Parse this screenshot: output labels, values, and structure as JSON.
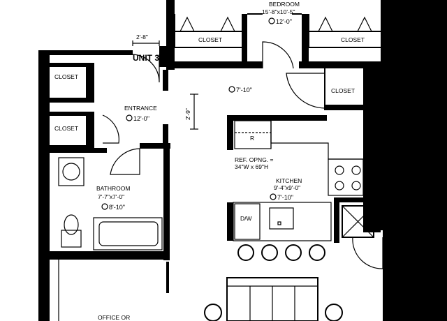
{
  "floor_plan": {
    "unit_label": "UNIT 3",
    "rooms": {
      "bedroom": {
        "name": "BEDROOM",
        "dims": "15'-8\"x10'-5\"",
        "ceiling": "12'-0\""
      },
      "living": {
        "ceiling": "7'-10\""
      },
      "entrance": {
        "name": "ENTRANCE",
        "ceiling": "12'-0\""
      },
      "kitchen": {
        "name": "KITCHEN",
        "dims": "9'-4\"x9'-0\"",
        "ceiling": "7'-10\""
      },
      "bathroom": {
        "name": "BATHROOM",
        "dims": "7'-7\"x7'-0\"",
        "ceiling": "8'-10\""
      },
      "office": {
        "name": "OFFICE OR"
      }
    },
    "closets": [
      "CLOSET",
      "CLOSET",
      "CLOSET",
      "CLOSET",
      "CLOSET"
    ],
    "dimensions": {
      "door_width": "2'-8\"",
      "entry_width": "2'-9\""
    },
    "fixtures": {
      "fridge_label": "R",
      "ref_opening": "REF. OPNG. =",
      "ref_size": "34\"W x 69\"H",
      "dishwasher": "D/W"
    }
  }
}
